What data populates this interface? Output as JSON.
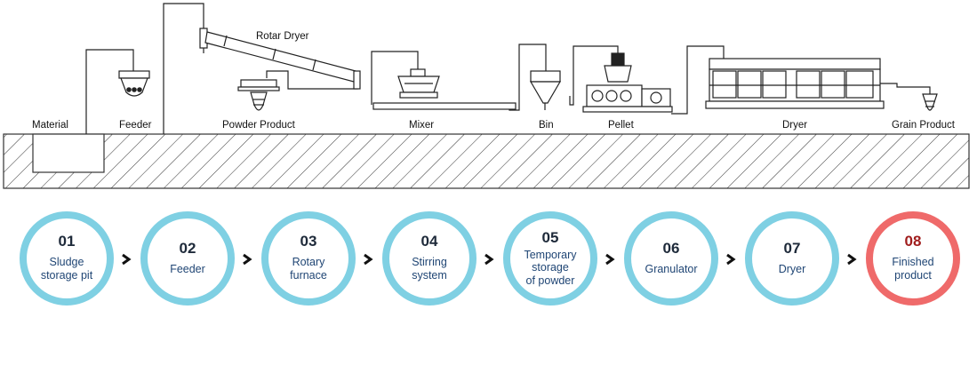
{
  "diagram": {
    "title_dryer": "Rotar Dryer",
    "labels": {
      "material": "Material",
      "feeder": "Feeder",
      "powder_product": "Powder Product",
      "mixer": "Mixer",
      "bin": "Bin",
      "pellet": "Pellet",
      "dryer": "Dryer",
      "grain_product": "Grain Product"
    }
  },
  "steps": [
    {
      "number": "01",
      "label": "Sludge\nstorage pit"
    },
    {
      "number": "02",
      "label": "Feeder"
    },
    {
      "number": "03",
      "label": "Rotary\nfurnace"
    },
    {
      "number": "04",
      "label": "Stirring\nsystem"
    },
    {
      "number": "05",
      "label": "Temporary\nstorage\nof powder"
    },
    {
      "number": "06",
      "label": "Granulator"
    },
    {
      "number": "07",
      "label": "Dryer"
    },
    {
      "number": "08",
      "label": "Finished\nproduct"
    }
  ],
  "colors": {
    "ring": "#7fd0e3",
    "ring_final": "#ef6a6a",
    "label_text": "#1f4574",
    "number_final": "#a01d1d"
  }
}
